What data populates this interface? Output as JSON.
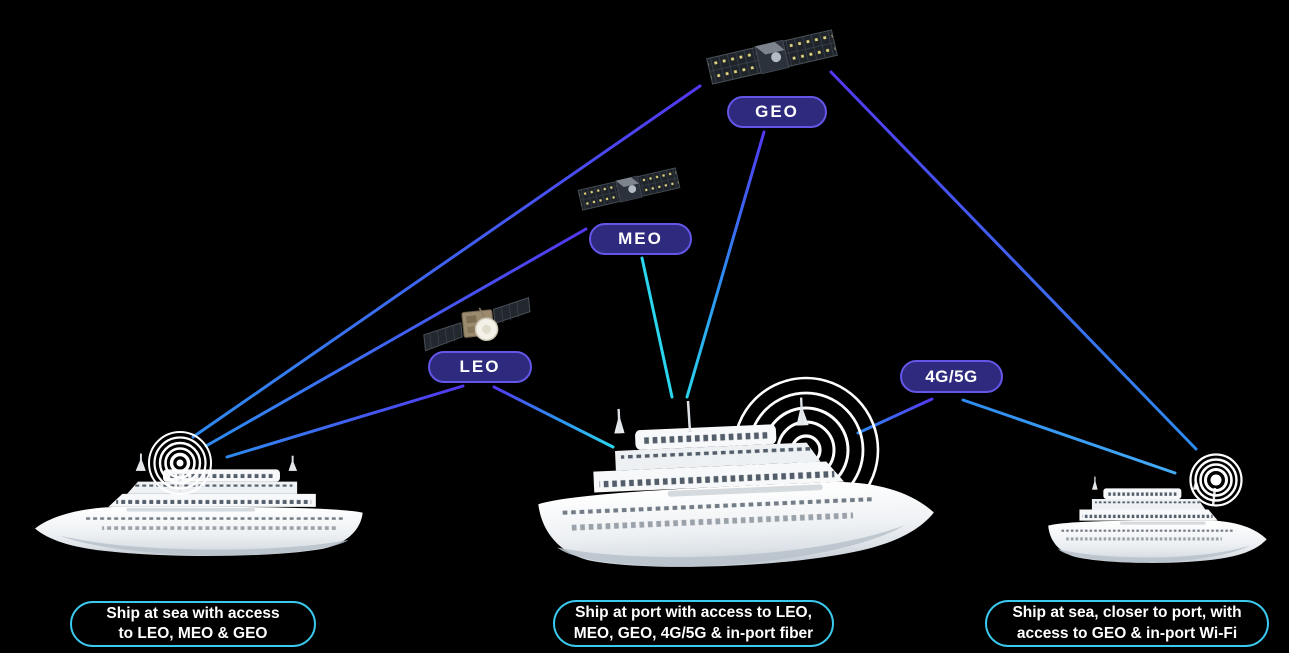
{
  "colors": {
    "background": "#000000",
    "line_purple": "#5238F2",
    "line_blue": "#2E8BF0",
    "line_blue_light": "#45ACF5",
    "line_cyan": "#2BD5EE",
    "pill_fill": "#2E2A7D",
    "pill_border": "#6456E8",
    "pill_text": "#FFFFFF",
    "caption_border": "#3BC9EE",
    "caption_fill": "#000000",
    "caption_text": "#FFFFFF",
    "signal_rings": "#FFFFFF"
  },
  "network_pills": {
    "geo": "GEO",
    "meo": "MEO",
    "leo": "LEO",
    "cellular": "4G/5G"
  },
  "captions": {
    "left_ship": {
      "line1": "Ship at sea with access",
      "line2": "to LEO, MEO & GEO"
    },
    "center_ship": {
      "line1": "Ship at port with access to LEO,",
      "line2": "MEO, GEO, 4G/5G & in-port fiber"
    },
    "right_ship": {
      "line1": "Ship at sea, closer to port, with",
      "line2": "access to GEO & in-port Wi-Fi"
    }
  },
  "connections": [
    {
      "from": "GEO",
      "to": "ship-at-sea-left"
    },
    {
      "from": "MEO",
      "to": "ship-at-sea-left"
    },
    {
      "from": "LEO",
      "to": "ship-at-sea-left"
    },
    {
      "from": "GEO",
      "to": "ship-at-port-center"
    },
    {
      "from": "MEO",
      "to": "ship-at-port-center"
    },
    {
      "from": "LEO",
      "to": "ship-at-port-center"
    },
    {
      "from": "4G/5G",
      "to": "ship-at-port-center"
    },
    {
      "from": "GEO",
      "to": "ship-at-sea-right"
    },
    {
      "from": "4G/5G",
      "to": "ship-at-sea-right"
    }
  ],
  "icons": {
    "geo_satellite": "geo-satellite-icon",
    "meo_satellite": "meo-satellite-icon",
    "leo_satellite": "leo-satellite-icon",
    "signal_waves": "signal-waves-icon",
    "cruise_ship": "cruise-ship-icon"
  }
}
